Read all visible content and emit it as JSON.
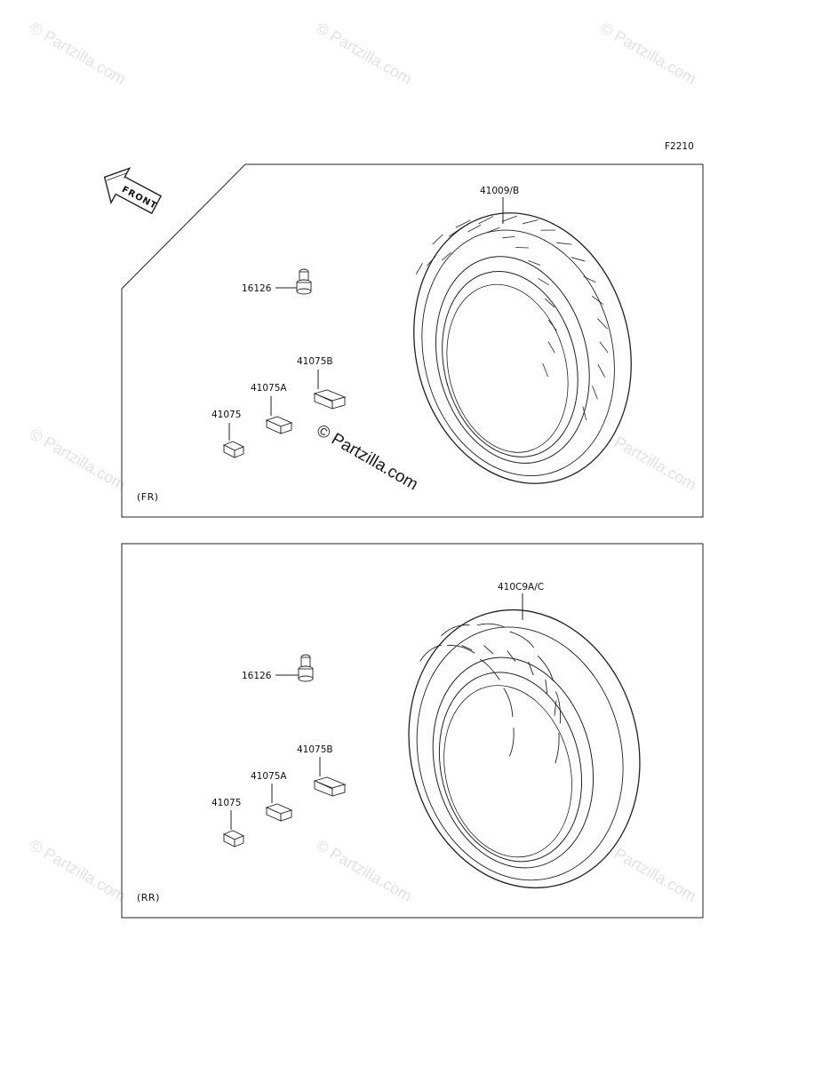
{
  "figure_code": "F2210",
  "front_arrow": {
    "text": "FRONT",
    "icon": "front-direction-arrow-icon"
  },
  "panels": [
    {
      "tag": "(FR)",
      "tire_part": "41009/B",
      "valve_part": "16126",
      "weights": [
        "41075",
        "41075A",
        "41075B"
      ]
    },
    {
      "tag": "(RR)",
      "tire_part": "410C9A/C",
      "valve_part": "16126",
      "weights": [
        "41075",
        "41075A",
        "41075B"
      ]
    }
  ],
  "watermark": "© Partzilla.com"
}
